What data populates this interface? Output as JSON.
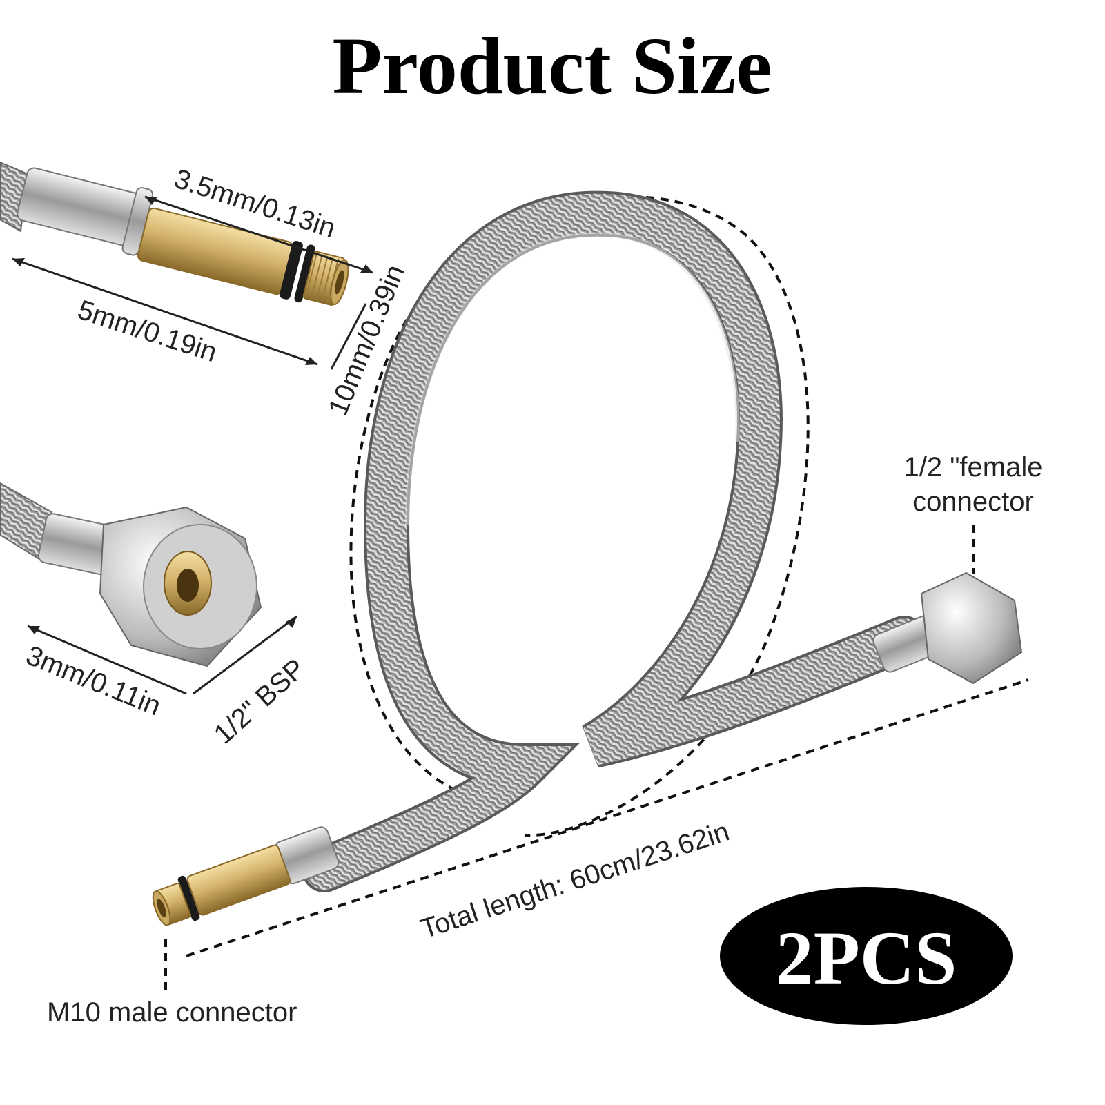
{
  "title": "Product Size",
  "badge": "2PCS",
  "dimensions": {
    "male_thread_length": "3.5mm/0.13in",
    "male_total_length": "5mm/0.19in",
    "male_diameter": "10mm/0.39in",
    "female_depth": "3mm/0.11in",
    "female_thread": "1/2\" BSP"
  },
  "labels": {
    "female_connector_line1": "1/2 \"female",
    "female_connector_line2": "connector",
    "male_connector": "M10 male connector",
    "total_length": "Total length: 60cm/23.62in"
  },
  "colors": {
    "hose": "#a9a9a9",
    "brass": "#d4b26a",
    "chrome": "#c8c8c8",
    "badge": "#000000"
  }
}
